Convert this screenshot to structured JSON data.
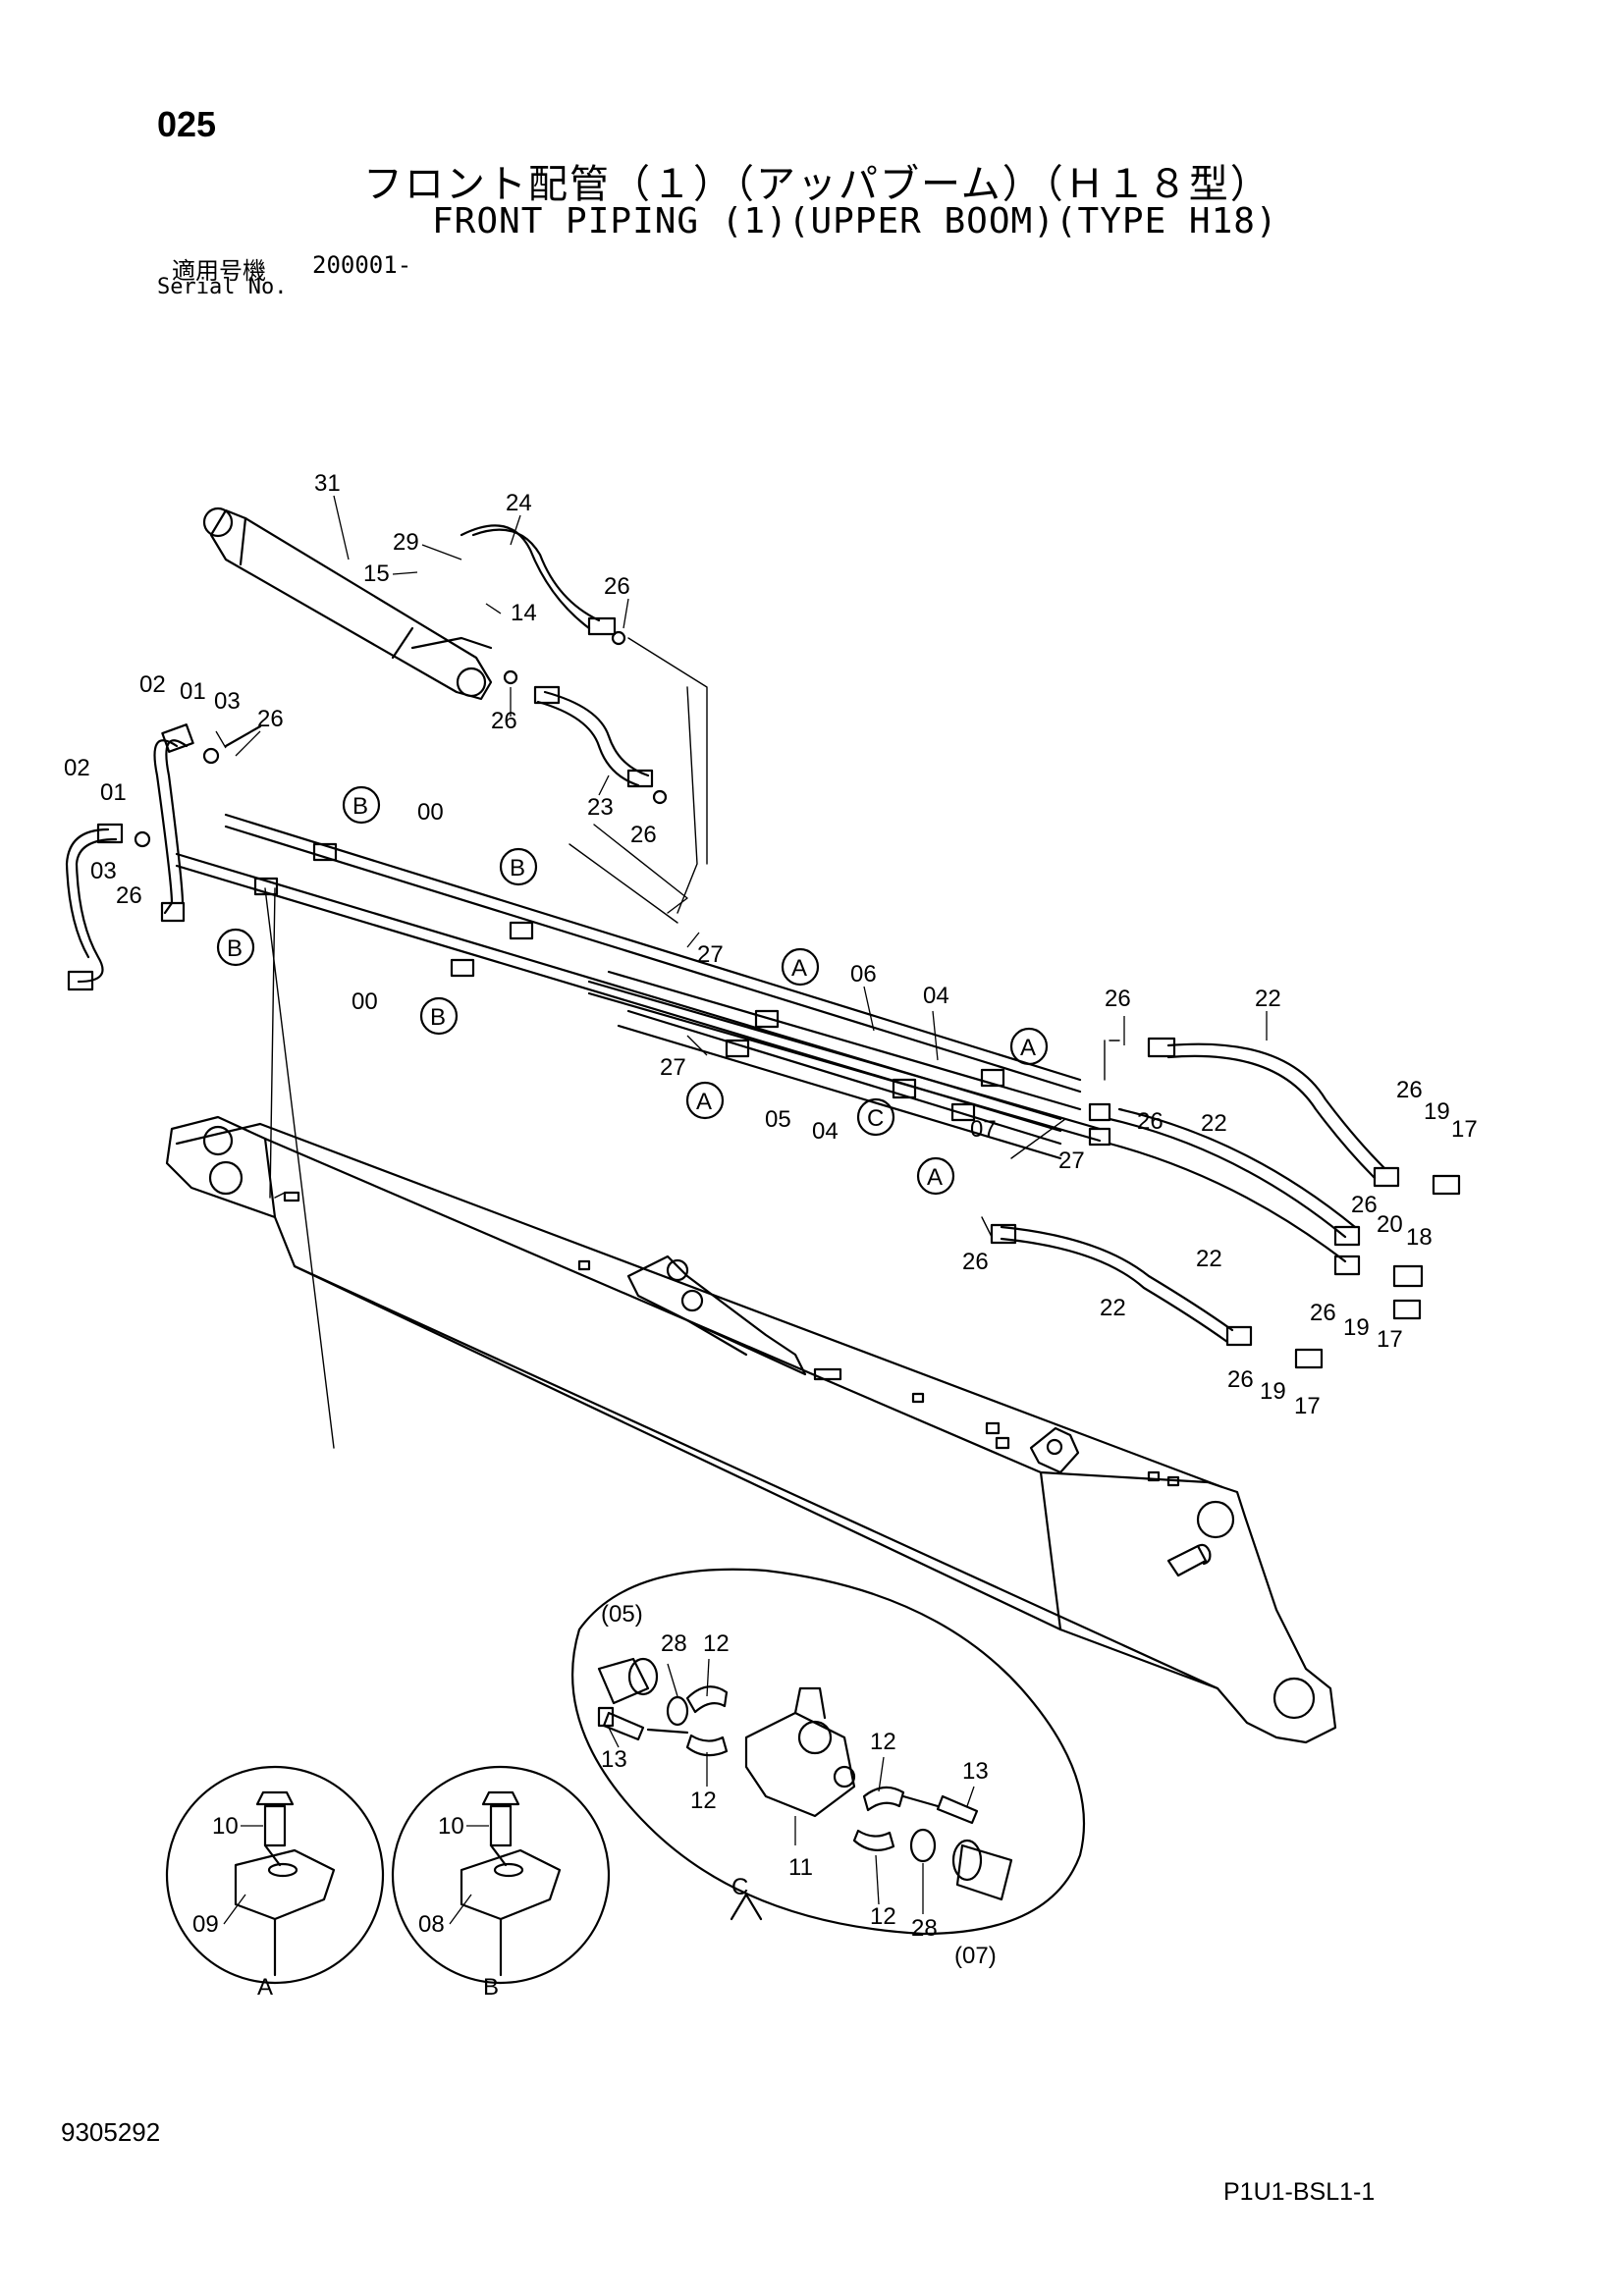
{
  "header": {
    "page_number": "025",
    "title_jp": "フロント配管（１）（アッパブーム）（Ｈ１８型）",
    "title_en": "FRONT PIPING (1)(UPPER BOOM)(TYPE H18)",
    "serial_label_jp": "適用号機",
    "serial_value": "200001-",
    "serial_label_en": "Serial No."
  },
  "callouts": [
    "31",
    "24",
    "29",
    "15",
    "14",
    "26",
    "26",
    "02",
    "01",
    "03",
    "26",
    "02",
    "01",
    "03",
    "26",
    "23",
    "26",
    "00",
    "00",
    "27",
    "27",
    "06",
    "04",
    "05",
    "04",
    "07",
    "26",
    "22",
    "26",
    "19",
    "17",
    "26",
    "27",
    "22",
    "26",
    "20",
    "18",
    "22",
    "26",
    "22",
    "26",
    "19",
    "17",
    "26",
    "19",
    "17",
    "(05)",
    "28",
    "12",
    "13",
    "12",
    "12",
    "13",
    "11",
    "12",
    "28",
    "(07)",
    "10",
    "09",
    "10",
    "08"
  ],
  "markers": [
    "B",
    "B",
    "B",
    "B",
    "A",
    "A",
    "A",
    "A",
    "C"
  ],
  "detail_labels": [
    "A",
    "B",
    "C"
  ],
  "footer": {
    "doc_number": "9305292",
    "page_code": "P1U1-BSL1-1"
  }
}
